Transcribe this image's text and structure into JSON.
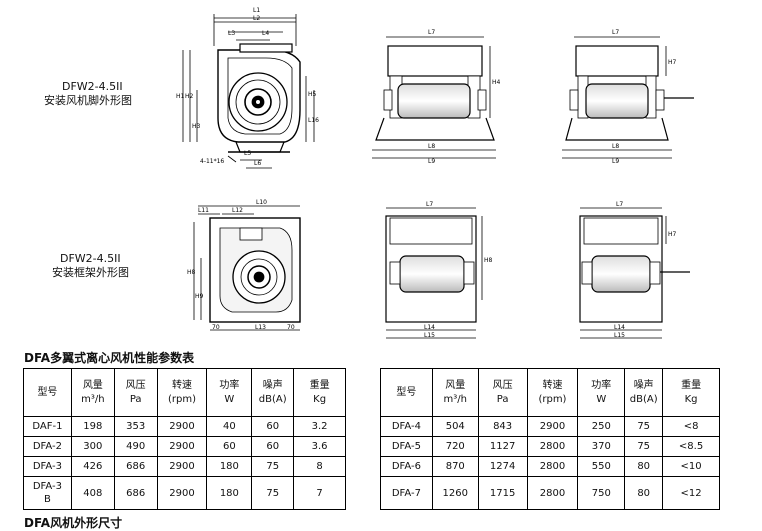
{
  "drawing1": {
    "caption_line1": "DFW2-4.5II",
    "caption_line2": "安装风机脚外形图"
  },
  "drawing2": {
    "caption_line1": "DFW2-4.5II",
    "caption_line2": "安装框架外形图"
  },
  "dims1": {
    "L1": "L1",
    "L2": "L2",
    "L3": "L3",
    "L4": "L4",
    "H1": "H1",
    "H2": "H2",
    "H3": "H3",
    "H5": "H5",
    "L5": "L5",
    "L6": "L6",
    "L16": "L16",
    "holes": "4-11*16"
  },
  "dims_side": {
    "L7": "L7",
    "L8": "L8",
    "L9": "L9",
    "H4": "H4",
    "H7": "H7"
  },
  "dims2": {
    "L10": "L10",
    "L11": "L11",
    "L12": "L12",
    "L13": "L13",
    "H8": "H8",
    "H9": "H9",
    "m70": "70",
    "L14": "L14",
    "L15": "L15"
  },
  "table_title": "DFA多翼式离心风机性能参数表",
  "headers": [
    {
      "l1": "型号",
      "l2": ""
    },
    {
      "l1": "风量",
      "l2": "m³/h"
    },
    {
      "l1": "风压",
      "l2": "Pa"
    },
    {
      "l1": "转速",
      "l2": "(rpm)"
    },
    {
      "l1": "功率",
      "l2": "W"
    },
    {
      "l1": "噪声",
      "l2": "dB(A)"
    },
    {
      "l1": "重量",
      "l2": "Kg"
    }
  ],
  "table_left": [
    [
      "DAF-1",
      "198",
      "353",
      "2900",
      "40",
      "60",
      "3.2"
    ],
    [
      "DFA-2",
      "300",
      "490",
      "2900",
      "60",
      "60",
      "3.6"
    ],
    [
      "DFA-3",
      "426",
      "686",
      "2900",
      "180",
      "75",
      "8"
    ],
    [
      "DFA-3B",
      "408",
      "686",
      "2900",
      "180",
      "75",
      "7"
    ]
  ],
  "table_right": [
    [
      "DFA-4",
      "504",
      "843",
      "2900",
      "250",
      "75",
      "<8"
    ],
    [
      "DFA-5",
      "720",
      "1127",
      "2800",
      "370",
      "75",
      "<8.5"
    ],
    [
      "DFA-6",
      "870",
      "1274",
      "2800",
      "550",
      "80",
      "<10"
    ],
    [
      "DFA-7",
      "1260",
      "1715",
      "2800",
      "750",
      "80",
      "<12"
    ]
  ],
  "footer_title": "DFA风机外形尺寸"
}
